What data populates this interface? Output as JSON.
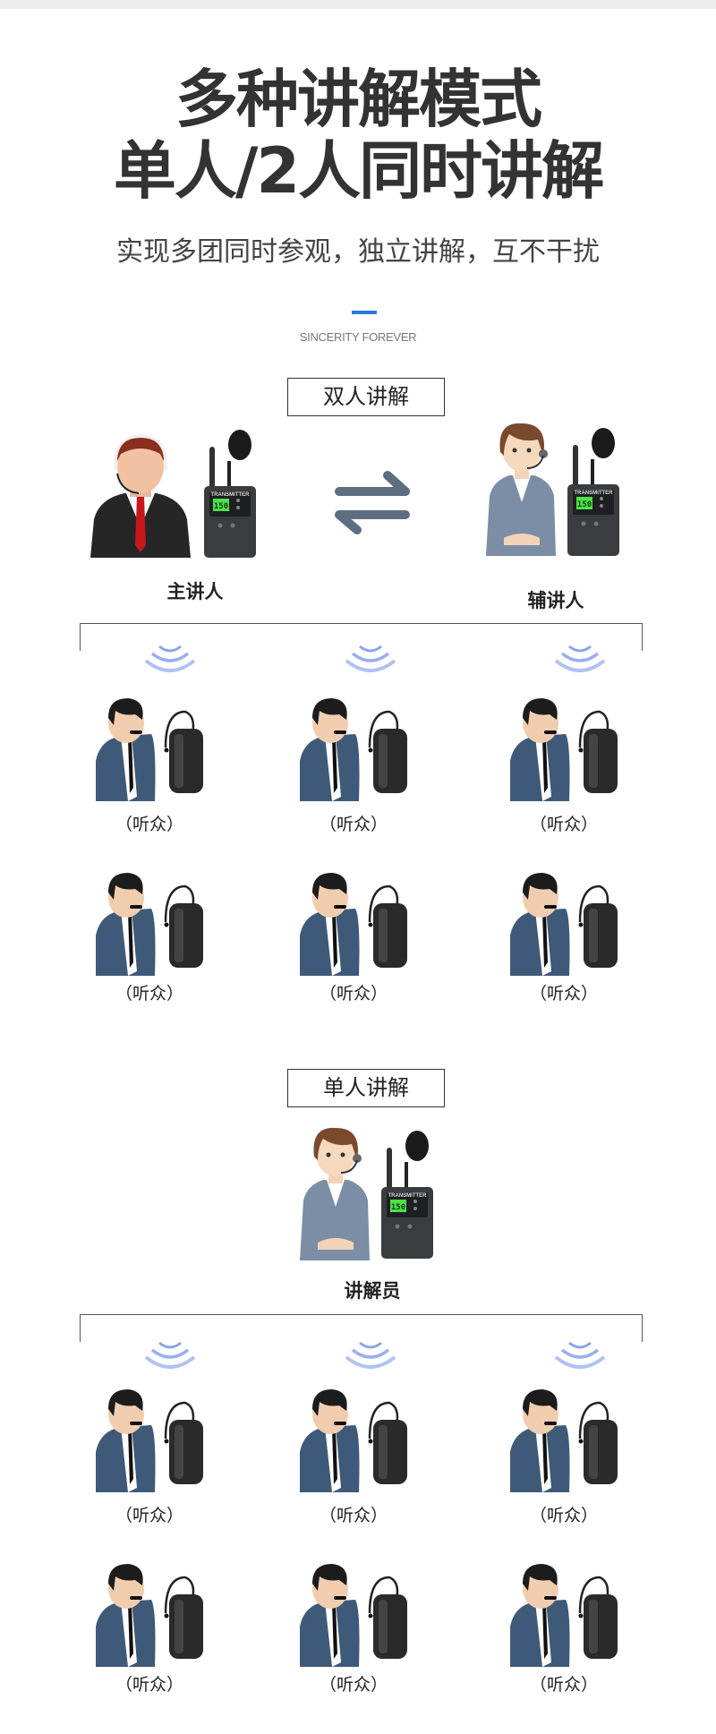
{
  "header": {
    "title_line1": "多种讲解模式",
    "title_line2": "单人/2人同时讲解",
    "subtitle": "实现多团同时参观，独立讲解，互不干扰",
    "tagline": "SINCERITY FOREVER",
    "accent_color": "#2a7ae2"
  },
  "dual": {
    "title": "双人讲解",
    "main_speaker": "主讲人",
    "assistant_speaker": "辅讲人",
    "switch_icon": "exchange-arrows-icon"
  },
  "single": {
    "title": "单人讲解",
    "speaker": "讲解员"
  },
  "listener_label": "（听众）",
  "device": {
    "screen_text": "0150",
    "brand_text": "TRANSMITTER"
  }
}
